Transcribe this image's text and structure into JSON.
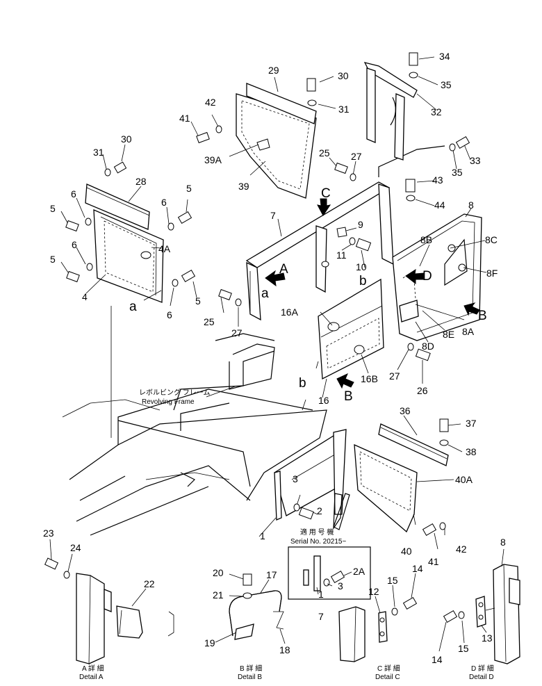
{
  "revolving_frame": {
    "jp": "レボルビング フレーム",
    "en": "Revolving Frame"
  },
  "serial": {
    "jp": "適 用 号 機",
    "en": "Serial No. 20215~"
  },
  "details": [
    {
      "id": "A",
      "jp": "A 詳 細",
      "en": "Detail A"
    },
    {
      "id": "B",
      "jp": "B 詳 細",
      "en": "Detail B"
    },
    {
      "id": "C",
      "jp": "C 詳 細",
      "en": "Detail C"
    },
    {
      "id": "D",
      "jp": "D 詳 細",
      "en": "Detail D"
    }
  ],
  "view_arrows": [
    "A",
    "B",
    "C",
    "D",
    "B"
  ],
  "section_marks": [
    "a",
    "a",
    "b",
    "b"
  ],
  "part_numbers": [
    "1",
    "2",
    "3",
    "4",
    "5",
    "6",
    "7",
    "8",
    "9",
    "10",
    "11",
    "12",
    "13",
    "14",
    "15",
    "16",
    "17",
    "18",
    "19",
    "20",
    "21",
    "22",
    "23",
    "24",
    "25",
    "26",
    "27",
    "28",
    "29",
    "30",
    "31",
    "32",
    "33",
    "34",
    "35",
    "36",
    "37",
    "38",
    "39",
    "40",
    "41",
    "42",
    "43",
    "44",
    "2A",
    "4A",
    "8A",
    "8B",
    "8C",
    "8D",
    "8E",
    "8F",
    "16A",
    "16B",
    "39A",
    "40A"
  ]
}
